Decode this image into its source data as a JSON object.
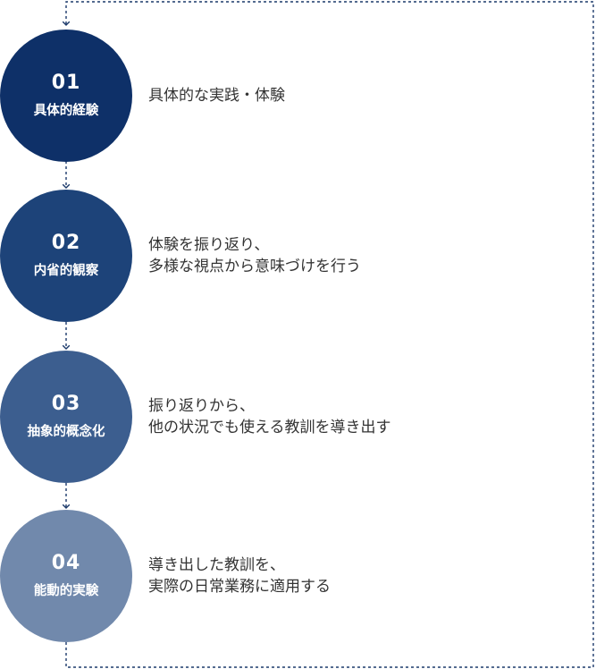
{
  "steps": [
    {
      "number": "01",
      "label": "具体的経験",
      "lines": [
        "具体的な実践・体験"
      ],
      "color": "#0e3068"
    },
    {
      "number": "02",
      "label": "内省的観察",
      "lines": [
        "体験を振り返り、",
        "多様な視点から意味づけを行う"
      ],
      "color": "#1d4379"
    },
    {
      "number": "03",
      "label": "抽象的概念化",
      "lines": [
        "振り返りから、",
        "他の状況でも使える教訓を導き出す"
      ],
      "color": "#3c5e8f"
    },
    {
      "number": "04",
      "label": "能動的実験",
      "lines": [
        "導き出した教訓を、",
        "実際の日常業務に適用する"
      ],
      "color": "#7189ac"
    }
  ],
  "colors": {
    "connector": "#1c3a6b"
  }
}
